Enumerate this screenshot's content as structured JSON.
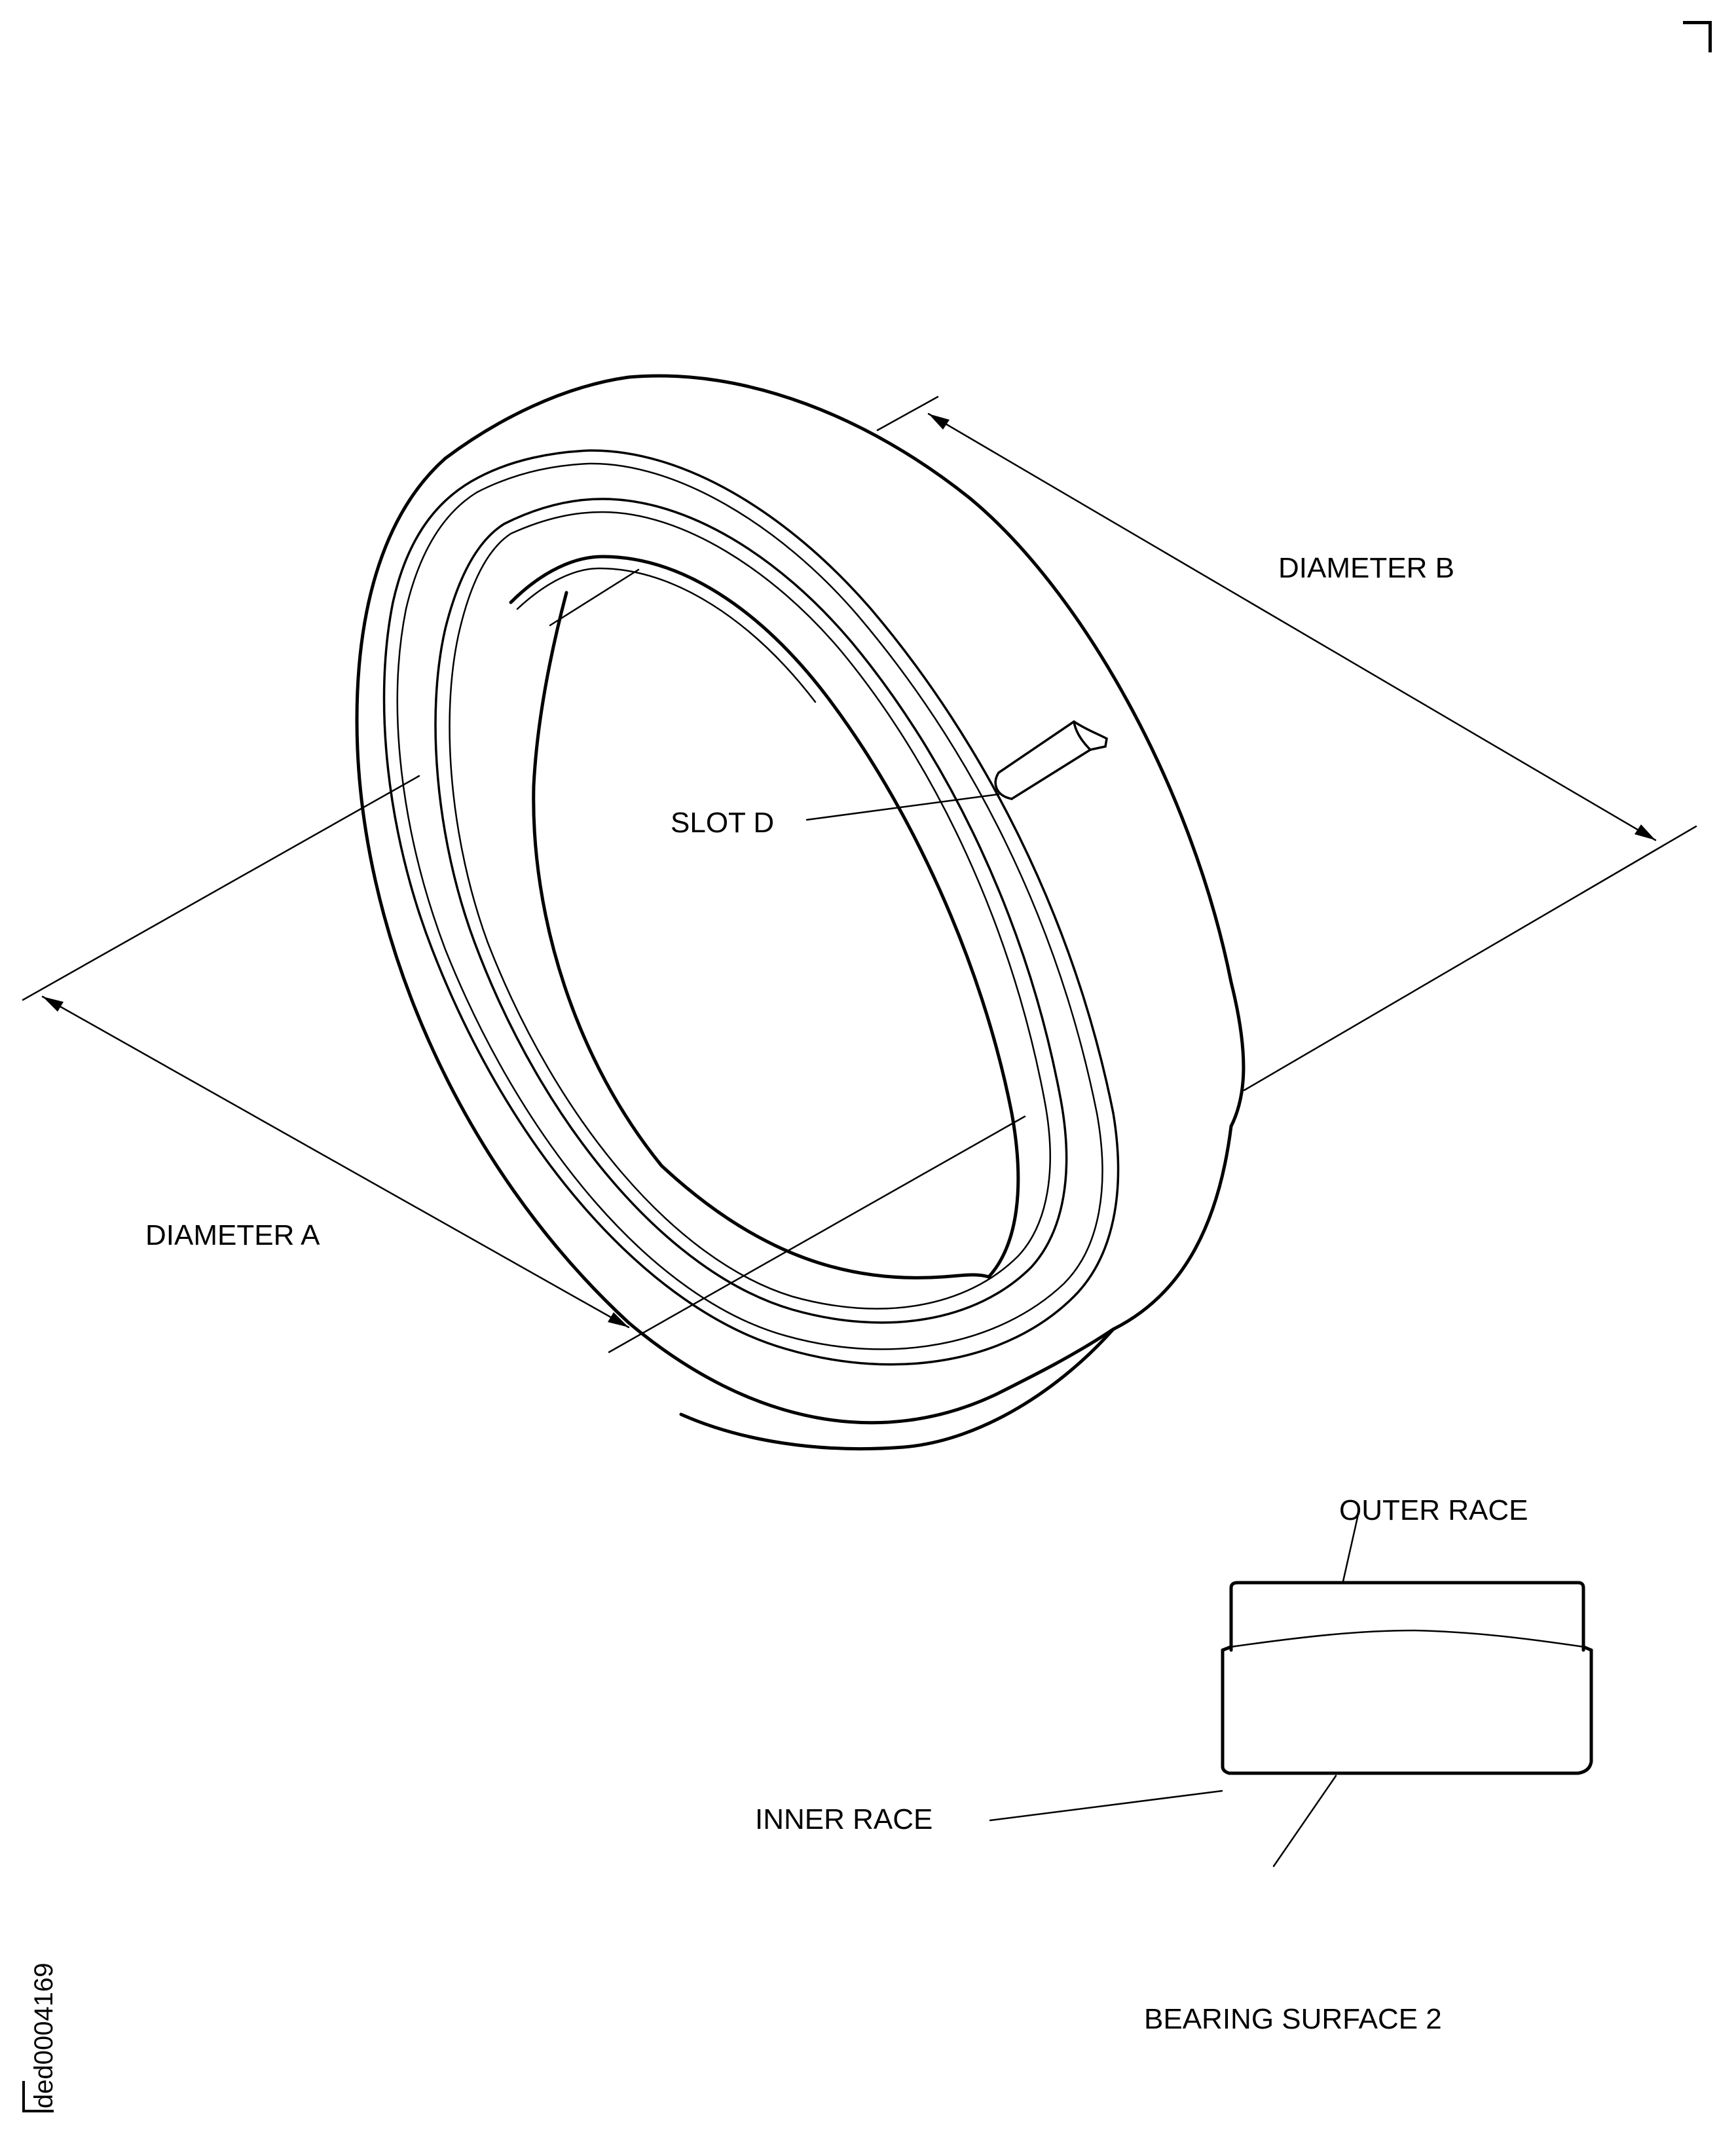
{
  "figure": {
    "id_label": "ded0004169",
    "labels": {
      "diameter_b": "DIAMETER B",
      "diameter_a": "DIAMETER A",
      "slot_d": "SLOT D",
      "outer_race": "OUTER RACE",
      "inner_race": "INNER RACE",
      "bearing_surface": "BEARING SURFACE  2"
    },
    "colors": {
      "line": "#000000",
      "background": "#ffffff"
    }
  }
}
